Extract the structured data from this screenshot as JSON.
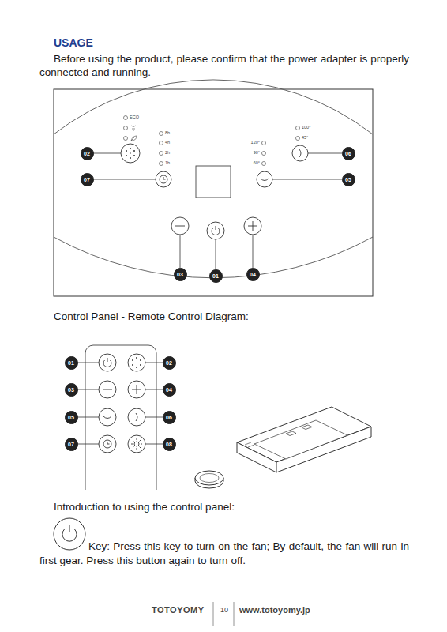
{
  "diagram": {
    "title": "USAGE",
    "nodes": [
      {
        "text": [
          "02"
        ]
      },
      {
        "text": [
          "06"
        ]
      },
      {
        "text": [
          "07"
        ]
      },
      {
        "text": [
          "05"
        ]
      },
      {
        "text": [
          "03"
        ]
      },
      {
        "text": [
          "01"
        ]
      },
      {
        "text": [
          "04"
        ]
      },
      {
        "text": [
          "01"
        ]
      },
      {
        "text": [
          "02"
        ]
      },
      {
        "text": [
          "03"
        ]
      },
      {
        "text": [
          "04"
        ]
      },
      {
        "text": [
          "05"
        ]
      },
      {
        "text": [
          "06"
        ]
      },
      {
        "text": [
          "07"
        ]
      },
      {
        "text": [
          "08"
        ]
      }
    ],
    "labels": [
      "Before using the product, please confirm that the power adapter is properly connected and running.",
      "ECO",
      "8h",
      "4h",
      "2h",
      "1h",
      "120°",
      "90°",
      "60°",
      "100°",
      "45°",
      "Control Panel - Remote Control Diagram:",
      "Introduction to using the control panel:",
      "Key: Press this key to turn on the fan; By default, the fan will run in first gear. Press this button again to turn off.",
      "TOTOYOMY",
      "10",
      "www.totoyomy.jp"
    ]
  }
}
